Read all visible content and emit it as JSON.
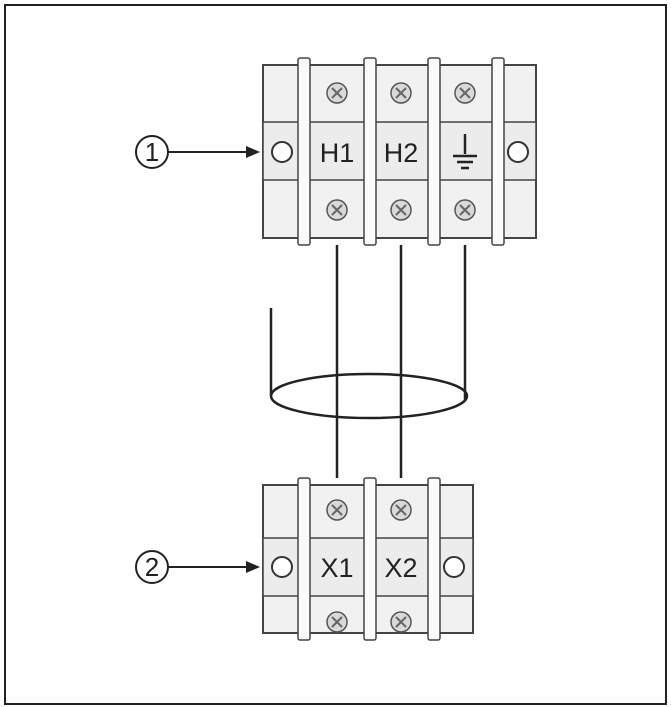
{
  "diagram": {
    "callouts": [
      {
        "number": "1",
        "target": "upper-terminal-block"
      },
      {
        "number": "2",
        "target": "lower-terminal-block"
      }
    ],
    "upper_block": {
      "terminals": [
        {
          "label": "H1"
        },
        {
          "label": "H2"
        },
        {
          "label": "",
          "icon": "ground-icon"
        }
      ]
    },
    "lower_block": {
      "terminals": [
        {
          "label": "X1"
        },
        {
          "label": "X2"
        }
      ]
    },
    "cable": {
      "description_icon": "shield-loop-icon"
    },
    "colors": {
      "block_fill": "#eeeeee",
      "block_light": "#f6f6f6",
      "line": "#222222",
      "screw": "#d6d6d6"
    }
  }
}
